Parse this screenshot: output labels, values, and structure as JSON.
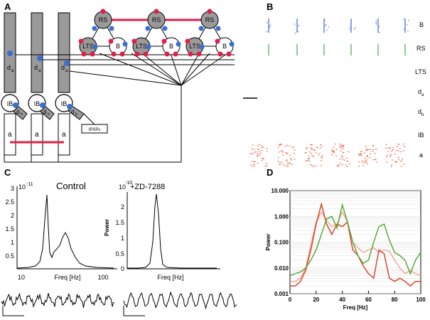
{
  "panels": {
    "a": "A",
    "b": "B",
    "c": "C",
    "d": "D"
  },
  "panel_a": {
    "cells": [
      "RS",
      "B",
      "LTS",
      "IB"
    ],
    "compartments": [
      "d",
      "a",
      "a",
      "b",
      "b"
    ],
    "ipsps": "IPSPs"
  },
  "panel_b": {
    "rows": [
      "B",
      "RS",
      "LTS",
      "d",
      "a",
      "d",
      "b",
      "IB",
      "a"
    ],
    "colors": {
      "B": "#4466cc",
      "RS": "#44aa44",
      "a": "#ee5533"
    }
  },
  "panel_c": {
    "left": {
      "title": "Control",
      "exponent": "10",
      "exponent_power": "-11",
      "yticks": [
        "3",
        "2.5",
        "2",
        "1.5",
        "1",
        "0.5"
      ],
      "xticks": [
        "10",
        "100"
      ],
      "xlabel": "Freq [Hz]"
    },
    "right": {
      "title": "+ZD-7288",
      "exponent": "10",
      "exponent_power": "-10",
      "yticks": [
        "2",
        "1.5",
        "1",
        "0.5",
        "0"
      ],
      "ylabel": "Power",
      "xlabel": "Freq [Hz]"
    }
  },
  "chart_data": {
    "type": "line",
    "title": "",
    "xlabel": "Freq [Hz]",
    "ylabel": "Power",
    "xlim": [
      0,
      100
    ],
    "ylim": [
      0.001,
      10
    ],
    "yscale": "log",
    "yticks": [
      "10.000",
      "1.000",
      "0.100",
      "0.010",
      "0.001"
    ],
    "xticks": [
      "0",
      "20",
      "40",
      "60",
      "80",
      "100"
    ],
    "grid": true,
    "x": [
      0,
      4,
      8,
      12,
      16,
      20,
      24,
      28,
      32,
      36,
      40,
      44,
      48,
      52,
      56,
      60,
      64,
      68,
      72,
      76,
      80,
      84,
      88,
      92,
      96,
      100
    ],
    "series": [
      {
        "color": "#5aaa3a",
        "values": [
          0.005,
          0.006,
          0.007,
          0.01,
          0.02,
          0.05,
          0.2,
          0.8,
          1.0,
          0.35,
          2.8,
          0.6,
          0.1,
          0.03,
          0.015,
          0.02,
          0.1,
          0.4,
          0.5,
          0.12,
          0.04,
          0.03,
          0.02,
          0.006,
          0.02,
          0.04
        ]
      },
      {
        "color": "#d9472a",
        "values": [
          0.002,
          0.002,
          0.003,
          0.008,
          0.05,
          0.5,
          3.0,
          0.5,
          0.2,
          0.5,
          0.4,
          0.6,
          0.05,
          0.03,
          0.012,
          0.006,
          0.004,
          0.05,
          0.035,
          0.004,
          0.003,
          0.004,
          0.003,
          0.002,
          0.003,
          0.003
        ]
      },
      {
        "color": "#f4a99a",
        "values": [
          0.003,
          0.003,
          0.004,
          0.01,
          0.08,
          0.6,
          1.5,
          0.7,
          0.4,
          0.5,
          1.5,
          0.6,
          0.1,
          0.06,
          0.04,
          0.05,
          0.06,
          0.04,
          0.05,
          0.045,
          0.02,
          0.01,
          0.006,
          0.008,
          0.006,
          0.005
        ]
      }
    ]
  }
}
